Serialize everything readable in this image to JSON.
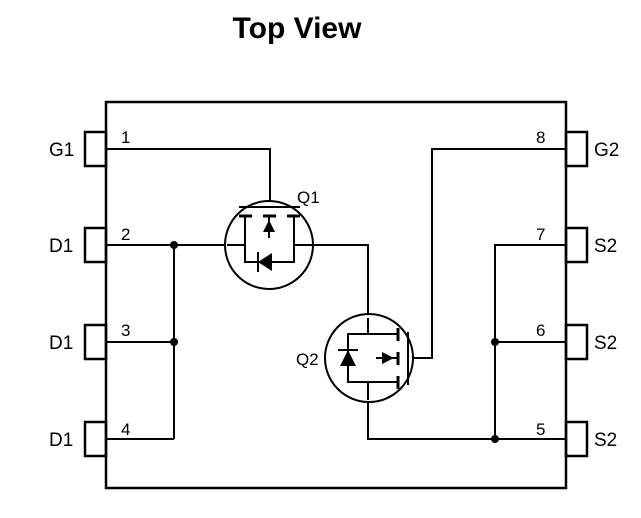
{
  "title": "Top View",
  "pins": {
    "left": [
      {
        "number": "1",
        "name": "G1"
      },
      {
        "number": "2",
        "name": "D1"
      },
      {
        "number": "3",
        "name": "D1"
      },
      {
        "number": "4",
        "name": "D1"
      }
    ],
    "right": [
      {
        "number": "8",
        "name": "G2"
      },
      {
        "number": "7",
        "name": "S2"
      },
      {
        "number": "6",
        "name": "S2"
      },
      {
        "number": "5",
        "name": "S2"
      }
    ]
  },
  "transistors": {
    "q1": "Q1",
    "q2": "Q2"
  }
}
